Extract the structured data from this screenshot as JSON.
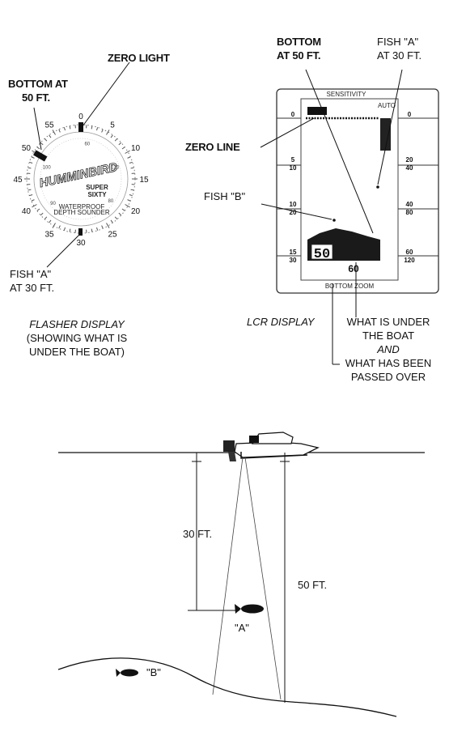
{
  "flasher": {
    "zero_light": "ZERO LIGHT",
    "bottom_line1": "BOTTOM AT",
    "bottom_line2": "50 FT.",
    "fish_a_line1": "FISH \"A\"",
    "fish_a_line2": "AT 30 FT.",
    "brand": "HUMMINBIRD",
    "model_line1": "SUPER",
    "model_line2": "SIXTY",
    "subtext1": "WATERPROOF",
    "subtext2": "DEPTH SOUNDER",
    "caption_line1": "FLASHER DISPLAY",
    "caption_line2": "(SHOWING WHAT IS",
    "caption_line3": "UNDER THE BOAT)",
    "dial_numbers": [
      "0",
      "5",
      "10",
      "15",
      "20",
      "25",
      "30",
      "35",
      "40",
      "45",
      "50",
      "55"
    ],
    "inner_numbers": [
      "60",
      "120",
      "80",
      "90",
      "100"
    ]
  },
  "lcr": {
    "bottom_line1": "BOTTOM",
    "bottom_line2": "AT 50 FT.",
    "fish_a_line1": "FISH \"A\"",
    "fish_a_line2": "AT 30 FT.",
    "zero_line": "ZERO LINE",
    "fish_b": "FISH \"B\"",
    "top_text": "SENSITIVITY",
    "auto": "AUTO",
    "bottom_text": "BOTTOM ZOOM",
    "depth_readout": "50",
    "scale_bottom": "60",
    "left_scale": [
      "0",
      "5",
      "10",
      "10",
      "20",
      "15",
      "30"
    ],
    "right_scale": [
      "0",
      "20",
      "40",
      "40",
      "80",
      "60",
      "120"
    ],
    "caption": "LCR DISPLAY",
    "under_line1": "WHAT IS UNDER",
    "under_line2": "THE BOAT",
    "under_and": "AND",
    "passed_line1": "WHAT HAS BEEN",
    "passed_line2": "PASSED OVER"
  },
  "scene": {
    "depth_30": "30 FT.",
    "depth_50": "50 FT.",
    "fish_a": "\"A\"",
    "fish_b": "\"B\""
  }
}
